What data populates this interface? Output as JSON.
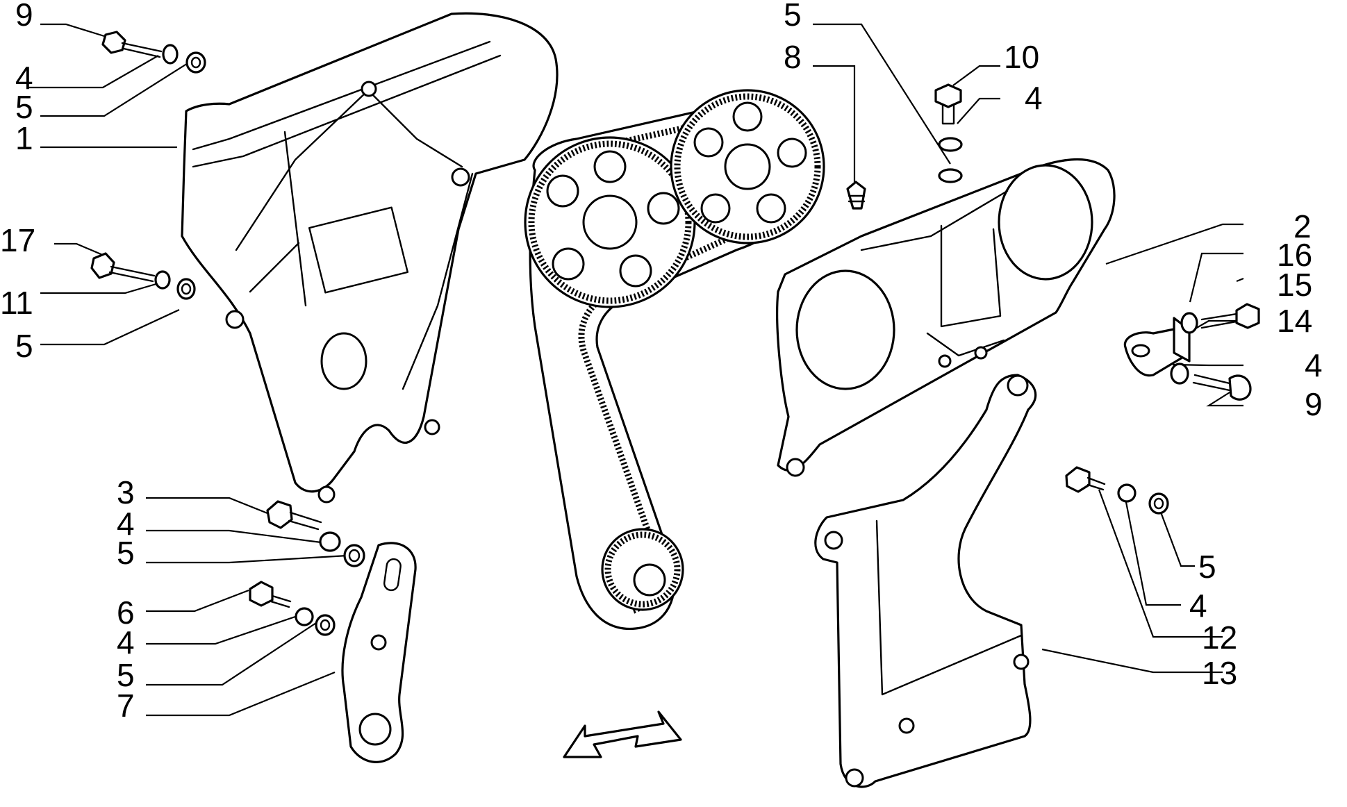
{
  "diagram": {
    "callouts": [
      {
        "id": "c-9-top",
        "text": "9"
      },
      {
        "id": "c-4-top",
        "text": "4"
      },
      {
        "id": "c-5-top",
        "text": "5"
      },
      {
        "id": "c-1",
        "text": "1"
      },
      {
        "id": "c-17",
        "text": "17"
      },
      {
        "id": "c-11",
        "text": "11"
      },
      {
        "id": "c-5-mid",
        "text": "5"
      },
      {
        "id": "c-3",
        "text": "3"
      },
      {
        "id": "c-4-low",
        "text": "4"
      },
      {
        "id": "c-5-low",
        "text": "5"
      },
      {
        "id": "c-6",
        "text": "6"
      },
      {
        "id": "c-4-bot",
        "text": "4"
      },
      {
        "id": "c-5-bot",
        "text": "5"
      },
      {
        "id": "c-7",
        "text": "7"
      },
      {
        "id": "c-5-right",
        "text": "5"
      },
      {
        "id": "c-8",
        "text": "8"
      },
      {
        "id": "c-10",
        "text": "10"
      },
      {
        "id": "c-4-right",
        "text": "4"
      },
      {
        "id": "c-2",
        "text": "2"
      },
      {
        "id": "c-16",
        "text": "16"
      },
      {
        "id": "c-15",
        "text": "15"
      },
      {
        "id": "c-14",
        "text": "14"
      },
      {
        "id": "c-4-right2",
        "text": "4"
      },
      {
        "id": "c-9-right",
        "text": "9"
      },
      {
        "id": "c-5-rlow",
        "text": "5"
      },
      {
        "id": "c-4-rlow",
        "text": "4"
      },
      {
        "id": "c-12",
        "text": "12"
      },
      {
        "id": "c-13",
        "text": "13"
      }
    ],
    "icons": {
      "direction_arrow": "front-direction-arrow-icon"
    }
  }
}
